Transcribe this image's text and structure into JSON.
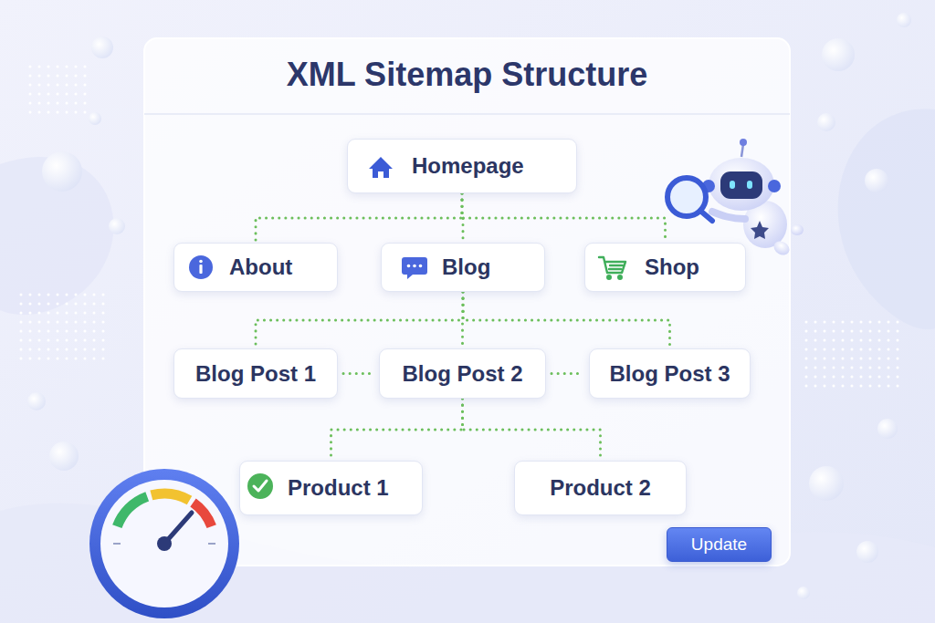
{
  "diagram": {
    "title": "XML Sitemap Structure",
    "nodes": [
      {
        "text": [
          "Homepage"
        ]
      },
      {
        "text": [
          "About"
        ]
      },
      {
        "text": [
          "Blog"
        ]
      },
      {
        "text": [
          "Shop"
        ]
      },
      {
        "text": [
          "Blog Post 1"
        ]
      },
      {
        "text": [
          "Blog Post 2"
        ]
      },
      {
        "text": [
          "Blog Post 3"
        ]
      },
      {
        "text": [
          "Product 1"
        ]
      },
      {
        "text": [
          "Product 2"
        ]
      },
      {
        "text": [
          "Update"
        ]
      }
    ],
    "edges": [
      {
        "from": 0,
        "to": 1,
        "arrow": "none"
      },
      {
        "from": 0,
        "to": 2,
        "arrow": "none"
      },
      {
        "from": 0,
        "to": 3,
        "arrow": "none"
      },
      {
        "from": 2,
        "to": 4,
        "arrow": "none"
      },
      {
        "from": 2,
        "to": 5,
        "arrow": "none"
      },
      {
        "from": 2,
        "to": 6,
        "arrow": "none"
      },
      {
        "from": 4,
        "to": 5,
        "arrow": "none"
      },
      {
        "from": 5,
        "to": 6,
        "arrow": "none"
      },
      {
        "from": 5,
        "to": 7,
        "arrow": "none"
      },
      {
        "from": 5,
        "to": 8,
        "arrow": "none"
      }
    ]
  }
}
